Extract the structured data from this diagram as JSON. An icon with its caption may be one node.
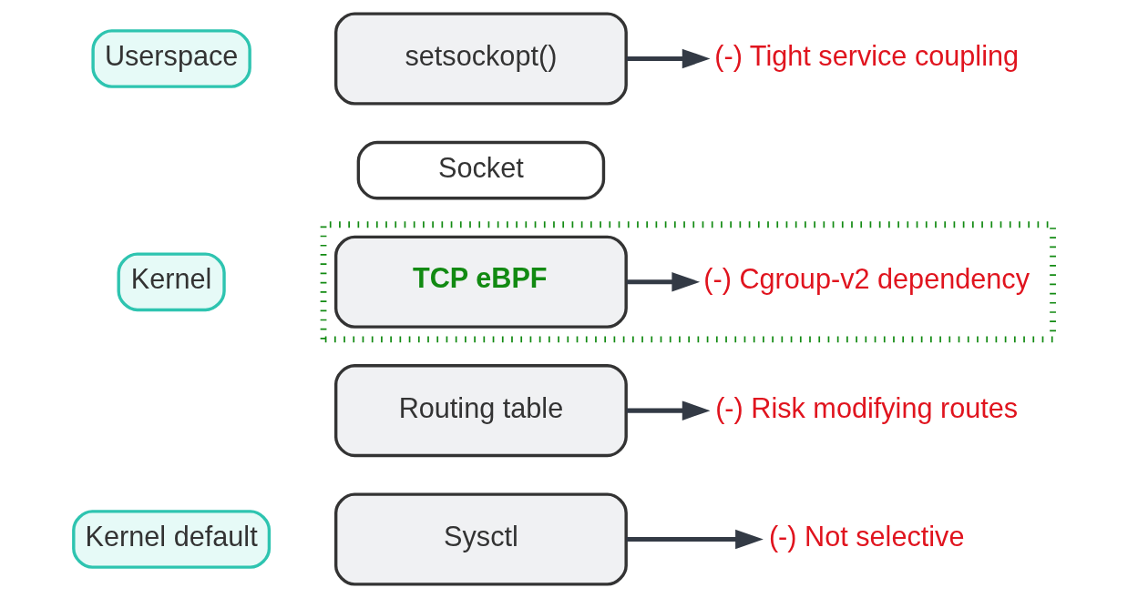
{
  "diagram": {
    "nodes": [
      {
        "text": [
          "Userspace"
        ]
      },
      {
        "text": [
          "setsockopt()"
        ]
      },
      {
        "text": [
          "(-) Tight service coupling"
        ]
      },
      {
        "text": [
          "Socket"
        ]
      },
      {
        "text": [],
        "shape": "box"
      },
      {
        "text": [
          "Kernel"
        ]
      },
      {
        "text": [
          "TCP eBPF"
        ],
        "in": 4
      },
      {
        "text": [
          "(-) Cgroup-v2 dependency"
        ],
        "in": 4
      },
      {
        "text": [
          "Routing table"
        ]
      },
      {
        "text": [
          "(-) Risk modifying routes"
        ]
      },
      {
        "text": [
          "Kernel default"
        ]
      },
      {
        "text": [
          "Sysctl"
        ]
      },
      {
        "text": [
          "(-) Not selective"
        ]
      }
    ],
    "edges": [
      {
        "from": 1,
        "to": 2,
        "arrow": "to"
      },
      {
        "from": 6,
        "to": 7,
        "arrow": "to"
      },
      {
        "from": 8,
        "to": 9,
        "arrow": "to"
      },
      {
        "from": 11,
        "to": 12,
        "arrow": "to"
      }
    ]
  }
}
